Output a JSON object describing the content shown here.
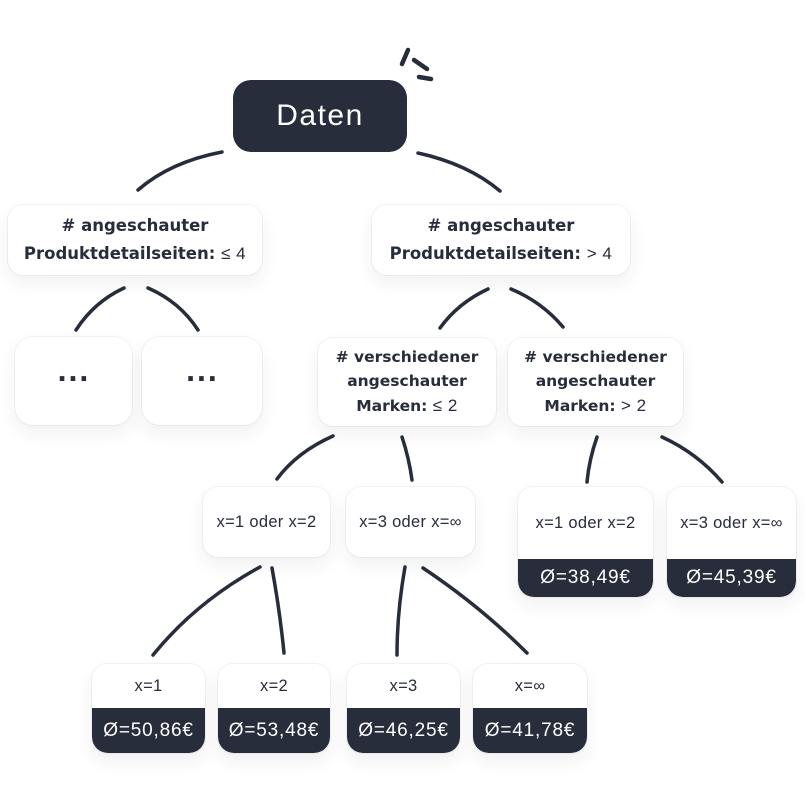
{
  "colors": {
    "node_dark": "#272d3a",
    "card_bg": "#ffffff",
    "text_dark": "#272d3a",
    "text_light": "#ffffff"
  },
  "tree": {
    "root": {
      "label": "Daten"
    },
    "pages_le4": {
      "line1": "# angeschauter",
      "line2": "Produktdetailseiten:",
      "op": "≤ 4"
    },
    "pages_gt4": {
      "line1": "# angeschauter",
      "line2": "Produktdetailseiten:",
      "op": "> 4"
    },
    "dots1": {
      "label": "..."
    },
    "dots2": {
      "label": "..."
    },
    "brands_le2": {
      "line1": "# verschiedener",
      "line2": "angeschauter",
      "line3": "Marken:",
      "op": "≤ 2"
    },
    "brands_gt2": {
      "line1": "# verschiedener",
      "line2": "angeschauter",
      "line3": "Marken:",
      "op": "> 2"
    },
    "x12_left": {
      "label": "x=1 oder x=2"
    },
    "x3inf_left": {
      "label": "x=3 oder x=∞"
    },
    "x12_right": {
      "label": "x=1 oder x=2",
      "value": "Ø=38,49€"
    },
    "x3inf_right": {
      "label": "x=3 oder x=∞",
      "value": "Ø=45,39€"
    },
    "leaf_x1": {
      "label": "x=1",
      "value": "Ø=50,86€"
    },
    "leaf_x2": {
      "label": "x=2",
      "value": "Ø=53,48€"
    },
    "leaf_x3": {
      "label": "x=3",
      "value": "Ø=46,25€"
    },
    "leaf_xinf": {
      "label": "x=∞",
      "value": "Ø=41,78€"
    }
  }
}
